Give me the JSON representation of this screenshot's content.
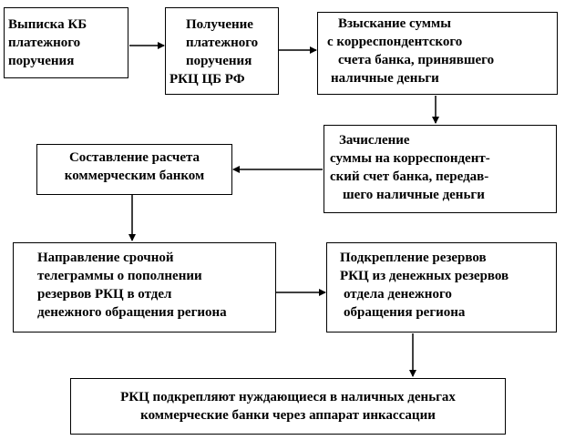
{
  "boxes": {
    "b1": {
      "lines": [
        "Выписка КБ",
        "платежного",
        "поручения"
      ]
    },
    "b2": {
      "lines": [
        "Получение",
        "платежного",
        "поручения",
        "РКЦ ЦБ РФ"
      ]
    },
    "b3": {
      "lines": [
        "Взыскание суммы",
        "с корреспондентского",
        "счета банка, принявшего",
        "наличные деньги"
      ]
    },
    "b4": {
      "lines": [
        "Зачисление",
        "суммы на корреспондент-",
        "ский счет банка, передав-",
        "шего наличные деньги"
      ]
    },
    "b5": {
      "lines": [
        "Составление расчета",
        "коммерческим банком"
      ]
    },
    "b6": {
      "lines": [
        "Направление срочной",
        "телеграммы о пополнении",
        "резервов РКЦ в отдел",
        "денежного обращения региона"
      ]
    },
    "b7": {
      "lines": [
        "Подкрепление резервов",
        "РКЦ из денежных резервов",
        "отдела денежного",
        "обращения региона"
      ]
    },
    "b8": {
      "lines": [
        "РКЦ подкрепляют нуждающиеся в наличных деньгах",
        "коммерческие банки через аппарат инкассации"
      ]
    }
  },
  "colors": {
    "stroke": "#000000",
    "background": "#ffffff"
  }
}
